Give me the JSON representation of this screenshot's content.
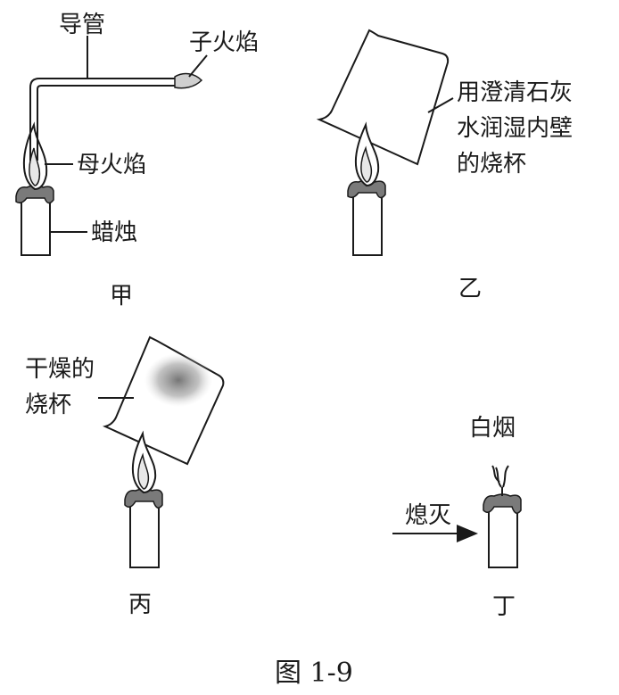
{
  "panels": {
    "jia": {
      "caption": "甲",
      "label_tube": "导管",
      "label_child_flame": "子火焰",
      "label_mother_flame": "母火焰",
      "label_candle": "蜡烛"
    },
    "yi": {
      "caption": "乙",
      "label_beaker_line1": "用澄清石灰",
      "label_beaker_line2": "水润湿内壁",
      "label_beaker_line3": "的烧杯"
    },
    "bing": {
      "caption": "丙",
      "label_beaker_line1": "干燥的",
      "label_beaker_line2": "烧杯"
    },
    "ding": {
      "caption": "丁",
      "label_smoke": "白烟",
      "label_extinguish": "熄灭"
    }
  },
  "figure_caption": "图 1-9"
}
